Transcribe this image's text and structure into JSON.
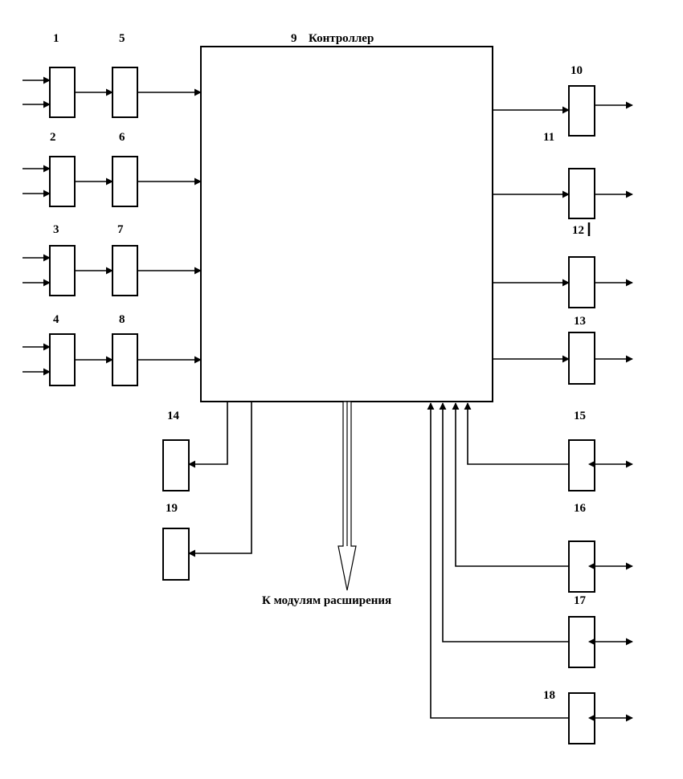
{
  "controller": {
    "number": "9",
    "name": "Контроллер"
  },
  "bus_label": "К модулям расширения",
  "blocks": {
    "b1": "1",
    "b2": "2",
    "b3": "3",
    "b4": "4",
    "b5": "5",
    "b6": "6",
    "b7": "7",
    "b8": "8",
    "b10": "10",
    "b11": "11",
    "b12": "12",
    "b13": "13",
    "b14": "14",
    "b15": "15",
    "b16": "16",
    "b17": "17",
    "b18": "18",
    "b19": "19"
  }
}
